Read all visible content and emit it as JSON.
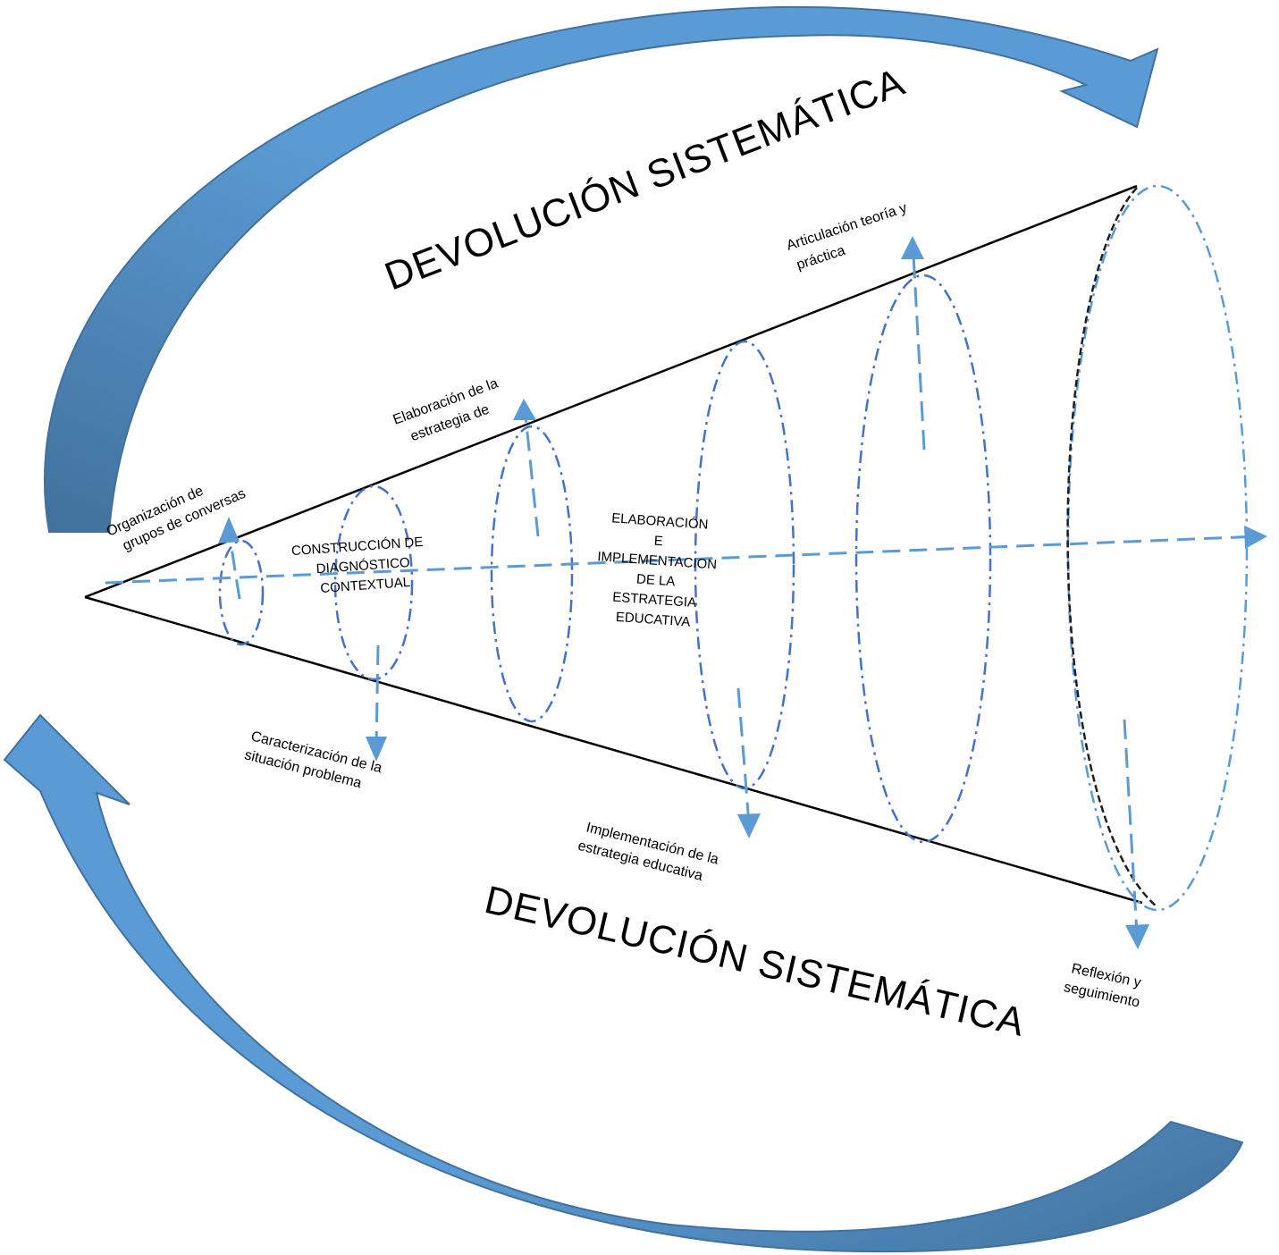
{
  "titles": {
    "top": "DEVOLUCIÓN SISTEMÁTICA",
    "bottom": "DEVOLUCIÓN SISTEMÁTICA"
  },
  "labels": {
    "organizacion": [
      "Organización de",
      "grupos de conversas"
    ],
    "elaboracion": [
      "Elaboración de la",
      "estrategia de"
    ],
    "articulacion": [
      "Articulación teoría y",
      "práctica"
    ],
    "caracterizacion": [
      "Caracterización de la",
      "situación problema"
    ],
    "implementacion": [
      "Implementación de la",
      "estrategia educativa"
    ],
    "reflexion": [
      "Reflexión y",
      "seguimiento"
    ]
  },
  "center_labels": {
    "construccion": [
      "CONSTRUCCIÓN DE",
      "DIAGNÓSTICO",
      "CONTEXTUAL"
    ],
    "elaboracion_impl": [
      "ELABORACIÓN",
      "E",
      "IMPLEMENTACION",
      "DE LA",
      "ESTRATEGIA",
      "EDUCATIVA"
    ]
  },
  "colors": {
    "arrow_fill_light": "#5b9bd5",
    "arrow_fill_dark": "#41719c",
    "dash_line": "#4a86c8",
    "ellipse_stroke": "#4472c4",
    "cone_line": "#000000"
  }
}
